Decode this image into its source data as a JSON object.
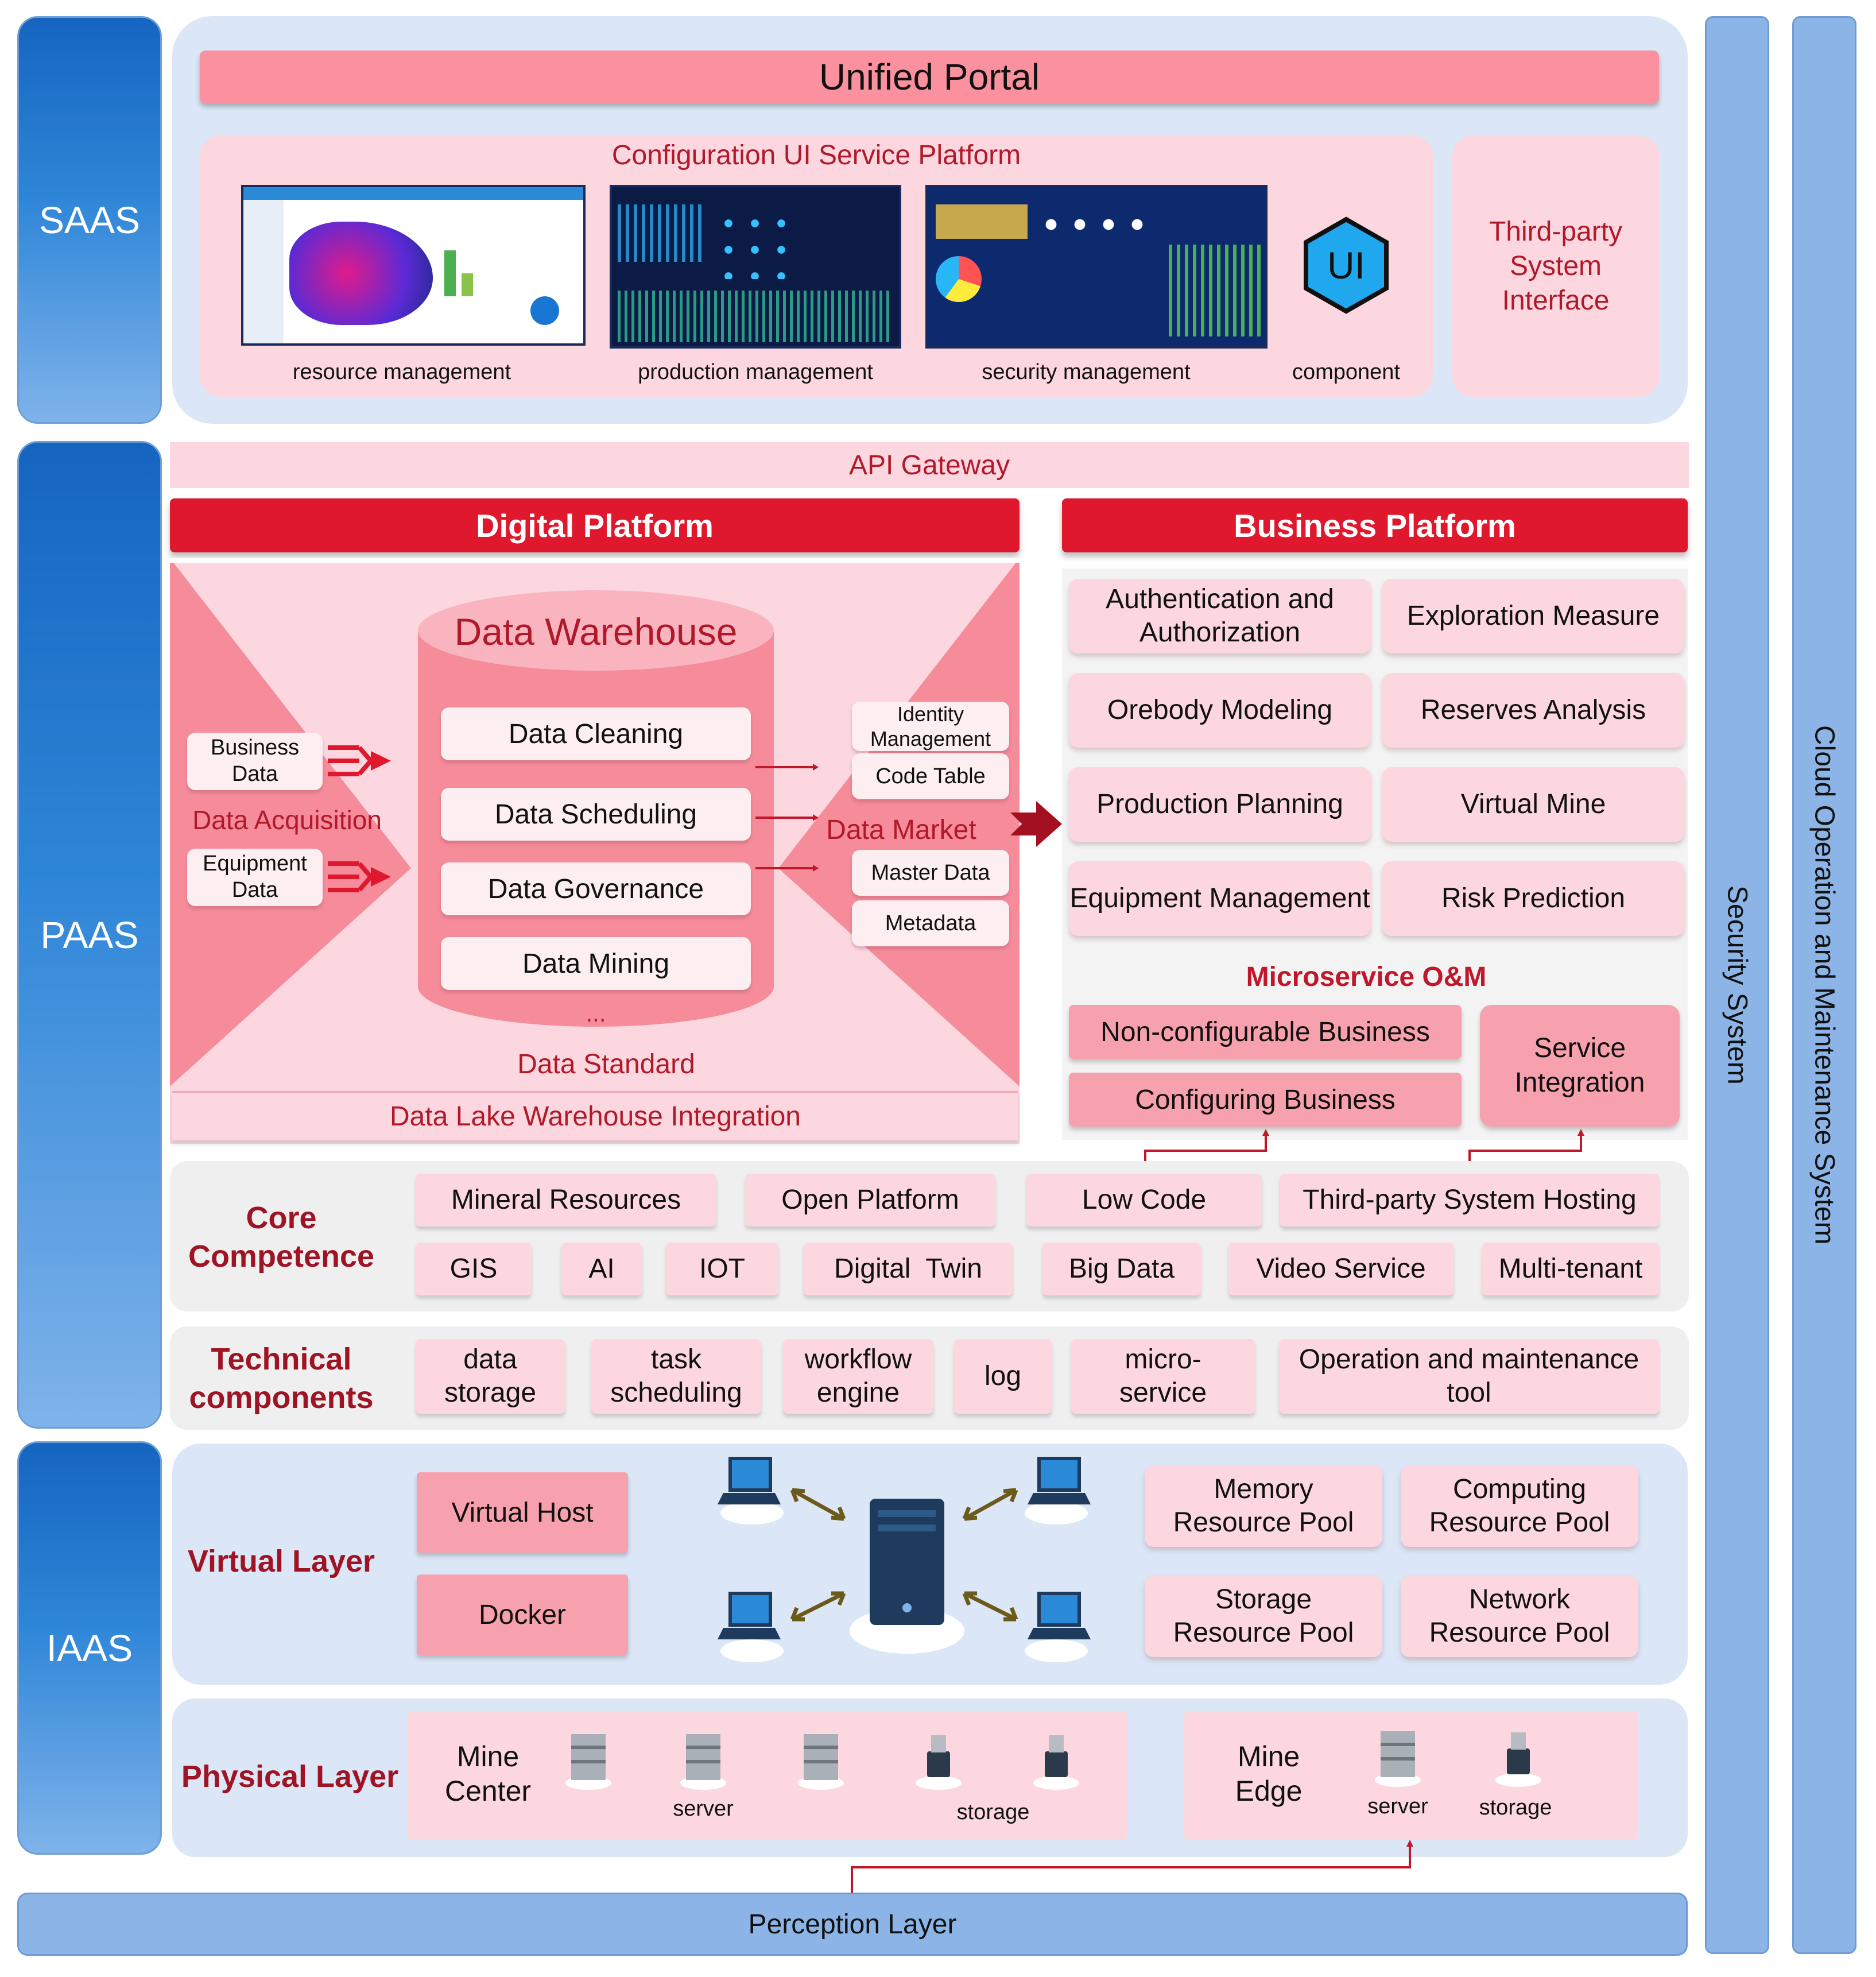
{
  "layers": {
    "saas": "SAAS",
    "paas": "PAAS",
    "iaas": "IAAS"
  },
  "saas": {
    "portal": "Unified Portal",
    "config_platform": "Configuration UI Service Platform",
    "captions": [
      "resource management",
      "production management",
      "security management",
      "component"
    ],
    "third_party": "Third-party System Interface",
    "ui_icon_text": "UI"
  },
  "api_gateway": "API Gateway",
  "digital_platform": {
    "title": "Digital Platform",
    "data_warehouse": "Data Warehouse",
    "steps": [
      "Data Cleaning",
      "Data Scheduling",
      "Data Governance",
      "Data Mining"
    ],
    "ellipsis": "...",
    "business_data": "Business Data",
    "equipment_data": "Equipment Data",
    "data_acquisition": "Data Acquisition",
    "market_items": [
      "Identity Management",
      "Code Table",
      "Master Data",
      "Metadata"
    ],
    "data_market": "Data Market",
    "data_standard": "Data Standard",
    "lake": "Data Lake Warehouse Integration"
  },
  "business_platform": {
    "title": "Business Platform",
    "items": [
      "Authentication and Authorization",
      "Exploration Measure",
      "Orebody Modeling",
      "Reserves Analysis",
      "Production Planning",
      "Virtual Mine",
      "Equipment Management",
      "Risk Prediction"
    ],
    "microservice": "Microservice O&M",
    "non_config": "Non-configurable Business",
    "config": "Configuring Business",
    "service_integration": "Service Integration"
  },
  "core": {
    "label": "Core Competence",
    "row1": [
      "Mineral Resources",
      "Open Platform",
      "Low Code",
      "Third-party System Hosting"
    ],
    "row2": [
      "GIS",
      "AI",
      "IOT",
      "Digital  Twin",
      "Big Data",
      "Video Service",
      "Multi-tenant"
    ]
  },
  "technical": {
    "label": "Technical components",
    "items": [
      "data storage",
      "task scheduling",
      "workflow engine",
      "log",
      "micro-service",
      "Operation and maintenance tool"
    ]
  },
  "virtual": {
    "label": "Virtual Layer",
    "left": [
      "Virtual Host",
      "Docker"
    ],
    "pools": [
      "Memory Resource Pool",
      "Computing Resource Pool",
      "Storage Resource Pool",
      "Network Resource Pool"
    ]
  },
  "physical": {
    "label": "Physical Layer",
    "mine_center": "Mine Center",
    "center_server": "server",
    "center_storage": "storage",
    "mine_edge": "Mine Edge",
    "edge_server": "server",
    "edge_storage": "storage"
  },
  "perception": "Perception Layer",
  "side": {
    "security": "Security System",
    "cloud": "Cloud Operation and Maintenance System"
  },
  "colors": {
    "accent_red": "#e0182d",
    "pink": "#fcd7df",
    "blue_panel": "#dbe6f6",
    "layer_blue": "#1565c0"
  }
}
